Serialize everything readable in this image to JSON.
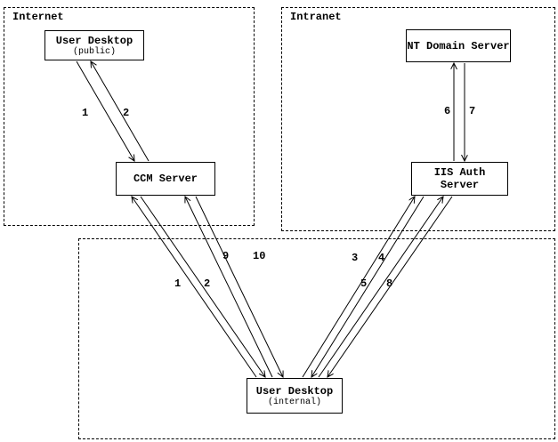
{
  "zones": {
    "internet": "Internet",
    "intranet": "Intranet"
  },
  "nodes": {
    "userDesktopPublic": {
      "title": "User Desktop",
      "subtitle": "(public)"
    },
    "ccmServer": {
      "title": "CCM Server"
    },
    "ntDomainServer": {
      "title": "NT Domain Server"
    },
    "iisAuthServer": {
      "title": "IIS Auth Server"
    },
    "userDesktopInternal": {
      "title": "User Desktop",
      "subtitle": "(internal)"
    }
  },
  "edgeLabels": {
    "pub_1": "1",
    "pub_2": "2",
    "nt_6": "6",
    "nt_7": "7",
    "ccm_1": "1",
    "ccm_2": "2",
    "ccm_9": "9",
    "ccm_10": "10",
    "iis_3": "3",
    "iis_4": "4",
    "iis_5": "5",
    "iis_8": "8"
  },
  "colors": {
    "line": "#000000",
    "background": "#ffffff"
  }
}
